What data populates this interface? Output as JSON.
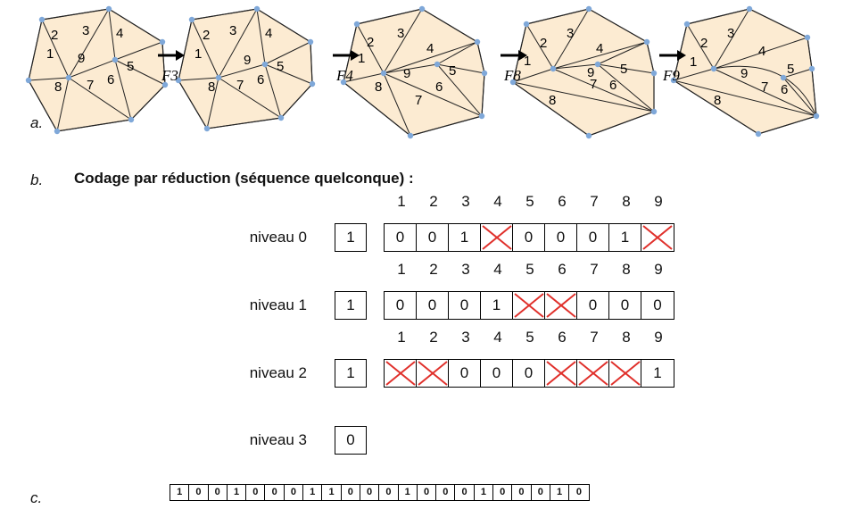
{
  "part_a": {
    "label": "a.",
    "meshes": [
      {
        "faces": [
          "1",
          "2",
          "3",
          "4",
          "9",
          "5",
          "6",
          "7",
          "8"
        ]
      },
      {
        "faces": [
          "1",
          "2",
          "3",
          "4",
          "9",
          "5",
          "6",
          "7",
          "8"
        ]
      },
      {
        "faces": [
          "1",
          "2",
          "3",
          "4",
          "9",
          "5",
          "6",
          "7",
          "8"
        ]
      },
      {
        "faces": [
          "1",
          "2",
          "3",
          "4",
          "9",
          "5",
          "6",
          "7",
          "8"
        ]
      },
      {
        "faces": [
          "1",
          "2",
          "3",
          "4",
          "9",
          "5",
          "6",
          "7",
          "8"
        ]
      }
    ],
    "transitions": [
      "F3",
      "F4",
      "F8",
      "F9"
    ],
    "colors": {
      "face_fill": "#fcebd2",
      "vertex": "#7fa8d9",
      "arrow": "#000000"
    }
  },
  "part_b": {
    "label": "b.",
    "title": "Codage par réduction (séquence quelconque) :",
    "levels": [
      {
        "name": "niveau 0",
        "flag": "1",
        "indices": [
          "1",
          "2",
          "3",
          "4",
          "5",
          "6",
          "7",
          "8",
          "9"
        ],
        "cells": [
          "0",
          "0",
          "1",
          "X",
          "0",
          "0",
          "0",
          "1",
          "X"
        ]
      },
      {
        "name": "niveau 1",
        "flag": "1",
        "indices": [
          "1",
          "2",
          "3",
          "4",
          "5",
          "6",
          "7",
          "8",
          "9"
        ],
        "cells": [
          "0",
          "0",
          "0",
          "1",
          "X",
          "X",
          "0",
          "0",
          "0"
        ]
      },
      {
        "name": "niveau 2",
        "flag": "1",
        "indices": [
          "1",
          "2",
          "3",
          "4",
          "5",
          "6",
          "7",
          "8",
          "9"
        ],
        "cells": [
          "X",
          "X",
          "0",
          "0",
          "0",
          "X",
          "X",
          "X",
          "1"
        ]
      },
      {
        "name": "niveau 3",
        "flag": "0",
        "indices": [],
        "cells": []
      }
    ],
    "colors": {
      "cross": "#e0302b"
    }
  },
  "part_c": {
    "label": "c.",
    "bits": [
      "1",
      "0",
      "0",
      "1",
      "0",
      "0",
      "0",
      "1",
      "1",
      "0",
      "0",
      "0",
      "1",
      "0",
      "0",
      "0",
      "1",
      "0",
      "0",
      "0",
      "1",
      "0"
    ]
  }
}
